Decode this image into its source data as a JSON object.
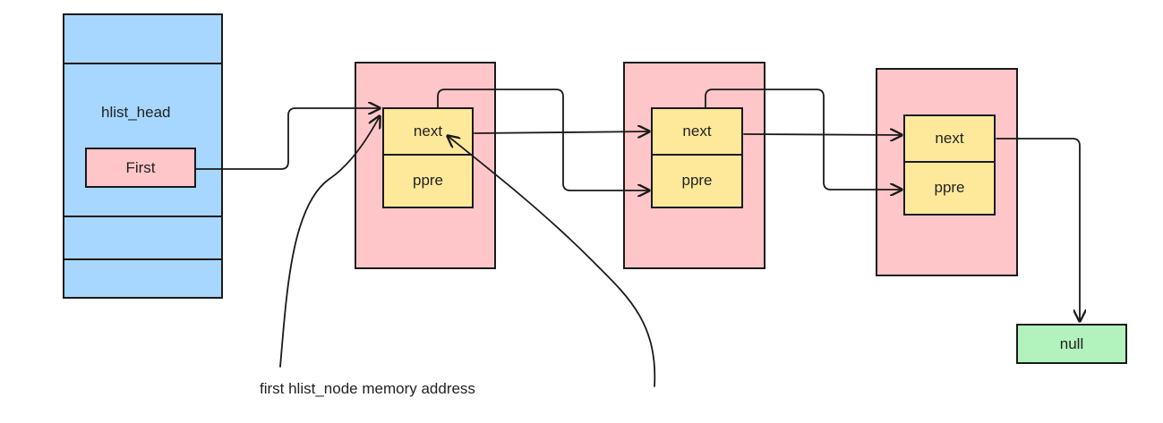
{
  "head": {
    "label": "hlist_head",
    "first_label": "First"
  },
  "nodes": [
    {
      "next_label": "next",
      "pprev_label": "ppre"
    },
    {
      "next_label": "next",
      "pprev_label": "ppre"
    },
    {
      "next_label": "next",
      "pprev_label": "ppre"
    }
  ],
  "terminal": {
    "label": "null"
  },
  "caption": "first hlist_node memory address",
  "colors": {
    "head_fill": "#a7d7fe",
    "node_fill": "#fec6c8",
    "field_fill": "#fee99b",
    "null_fill": "#b2f2bc",
    "stroke": "#1a1a1a"
  }
}
